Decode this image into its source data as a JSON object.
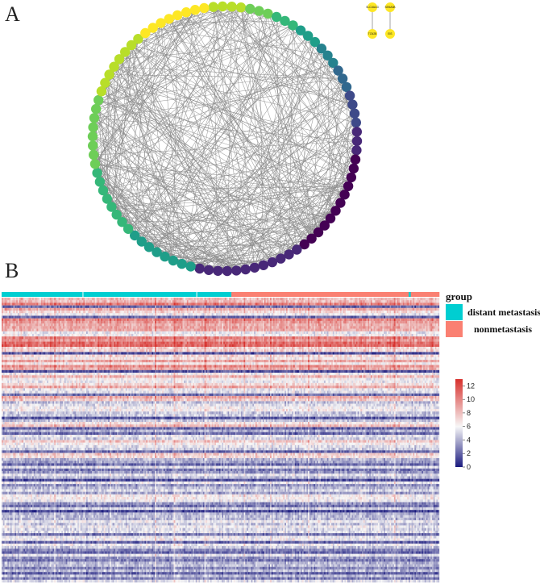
{
  "panels": {
    "a": "A",
    "b": "B"
  },
  "network": {
    "node_count": 90,
    "edge_color": "#8c8c8c",
    "palette": [
      "#fde725",
      "#b8de29",
      "#6ece58",
      "#35b779",
      "#1f9e89",
      "#26828e",
      "#31688e",
      "#3e4a89",
      "#482878",
      "#440154"
    ],
    "side_nodes": [
      {
        "label": "SLC16A13",
        "color": "#fde725"
      },
      {
        "label": "SEMA3B",
        "color": "#fde725"
      },
      {
        "label": "TCN2B",
        "color": "#fde725"
      },
      {
        "label": "EIS",
        "color": "#fde725"
      }
    ]
  },
  "heatmap": {
    "rows": 110,
    "cols": 300,
    "value_range": [
      0,
      13
    ],
    "colors": {
      "low": "#1a1a7e",
      "mid": "#f7f7f7",
      "high": "#d7302c"
    },
    "group_bar": {
      "metastasis_color": "#00ced1",
      "nonmetastasis_color": "#fa8072",
      "segments": [
        {
          "group": "distant metastasis",
          "fraction": 0.185
        },
        {
          "group": "distant metastasis",
          "fraction": 0.26
        },
        {
          "group": "distant metastasis",
          "fraction": 0.08
        },
        {
          "group": "nonmetastasis",
          "fraction": 0.405
        },
        {
          "group": "distant metastasis",
          "fraction": 0.005
        },
        {
          "group": "nonmetastasis",
          "fraction": 0.065
        }
      ]
    }
  },
  "legend": {
    "group_title": "group",
    "items": [
      {
        "label": "distant metastasis",
        "color": "#00ced1"
      },
      {
        "label": "nonmetastasis",
        "color": "#fa8072"
      }
    ],
    "colorbar_ticks": [
      "12",
      "10",
      "8",
      "6",
      "4",
      "2",
      "0"
    ]
  }
}
